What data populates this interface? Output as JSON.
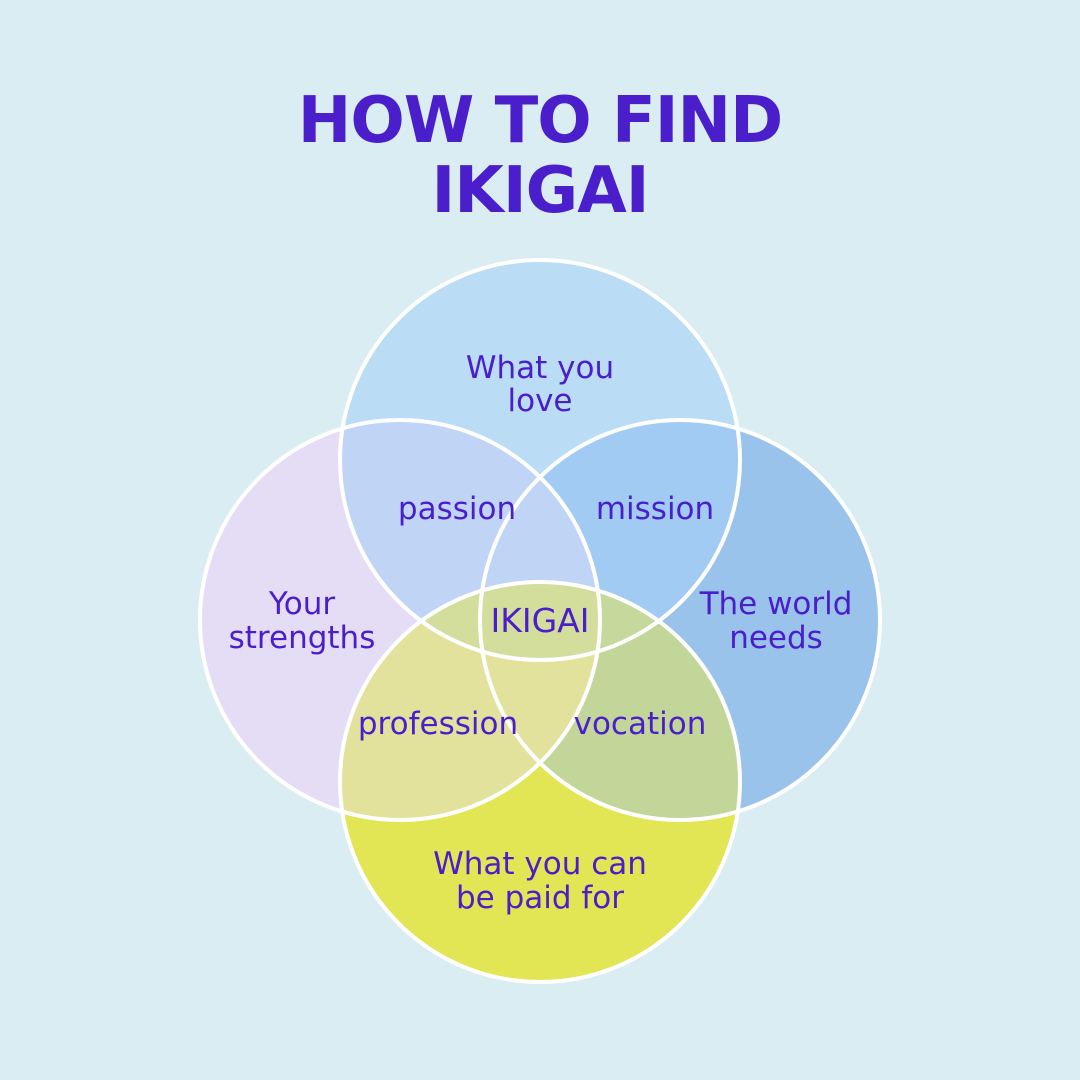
{
  "title": {
    "line1": "HOW TO FIND",
    "line2": "IKIGAI"
  },
  "colors": {
    "background": "#daedf2",
    "text": "#4a1fcb",
    "love": "#a6d0f7",
    "strengths": "#e5ddf5",
    "world_needs": "#99c3eb",
    "paid_for": "#e2e654",
    "outline": "#ffffff"
  },
  "circles": {
    "love": {
      "line1": "What you",
      "line2": "love"
    },
    "strengths": {
      "line1": "Your",
      "line2": "strengths"
    },
    "world_needs": {
      "line1": "The world",
      "line2": "needs"
    },
    "paid_for": {
      "line1": "What you can",
      "line2": "be paid for"
    }
  },
  "overlaps": {
    "passion": "passion",
    "mission": "mission",
    "profession": "profession",
    "vocation": "vocation",
    "center": "IKIGAI"
  }
}
